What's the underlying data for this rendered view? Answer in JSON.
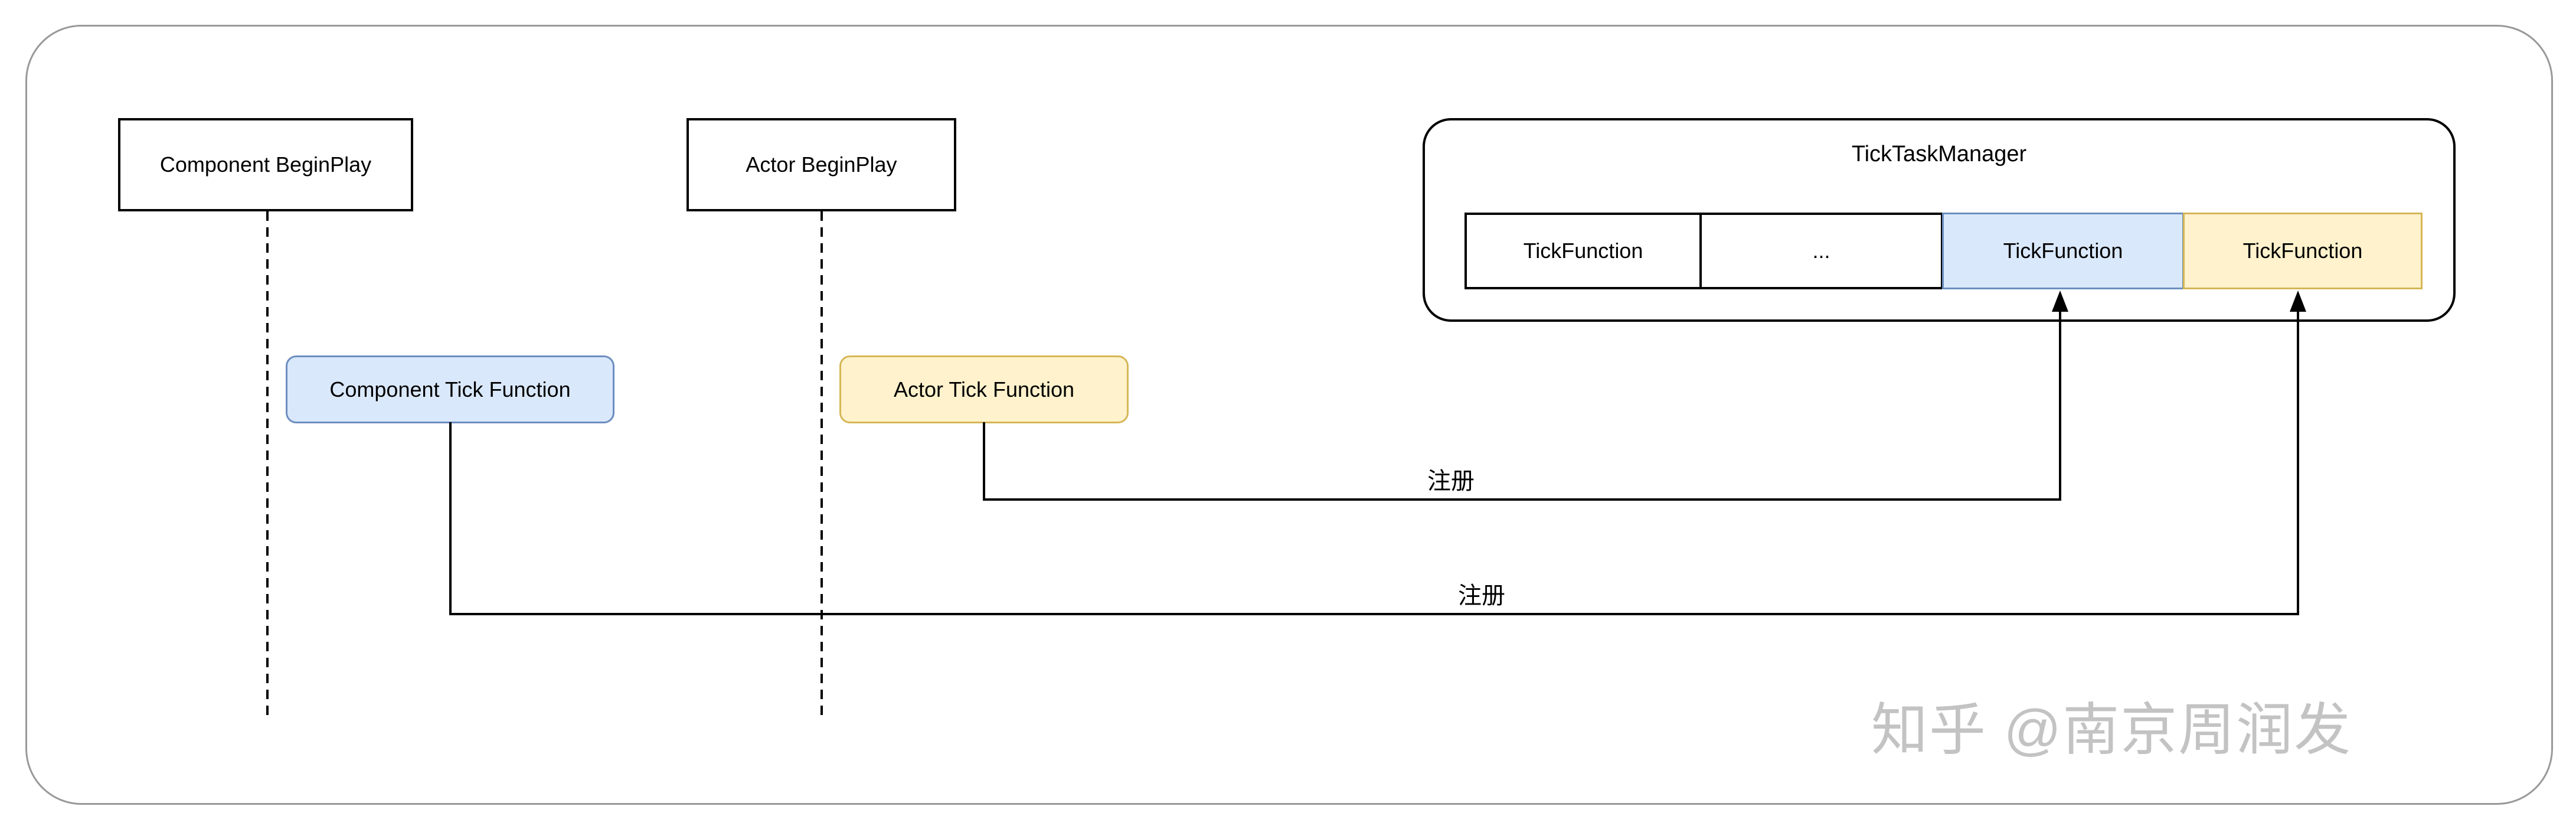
{
  "diagram": {
    "boxes": {
      "component_beginplay": "Component BeginPlay",
      "actor_beginplay": "Actor BeginPlay",
      "component_tick_function": "Component Tick Function",
      "actor_tick_function": "Actor Tick Function"
    },
    "tick_task_manager": {
      "title": "TickTaskManager",
      "slots": [
        {
          "label": "TickFunction",
          "variant": "white"
        },
        {
          "label": "...",
          "variant": "white"
        },
        {
          "label": "TickFunction",
          "variant": "blue"
        },
        {
          "label": "TickFunction",
          "variant": "yellow"
        }
      ]
    },
    "edges": {
      "register_actor_label": "注册",
      "register_component_label": "注册"
    },
    "colors": {
      "blue_fill": "#dae8fc",
      "blue_border": "#6c8ebf",
      "yellow_fill": "#fff2cc",
      "yellow_border": "#d6b656",
      "line": "#000000",
      "canvas_border": "#999999",
      "watermark": "#c3c3c3"
    }
  },
  "watermark": {
    "text": "知乎 @南京周润发"
  }
}
